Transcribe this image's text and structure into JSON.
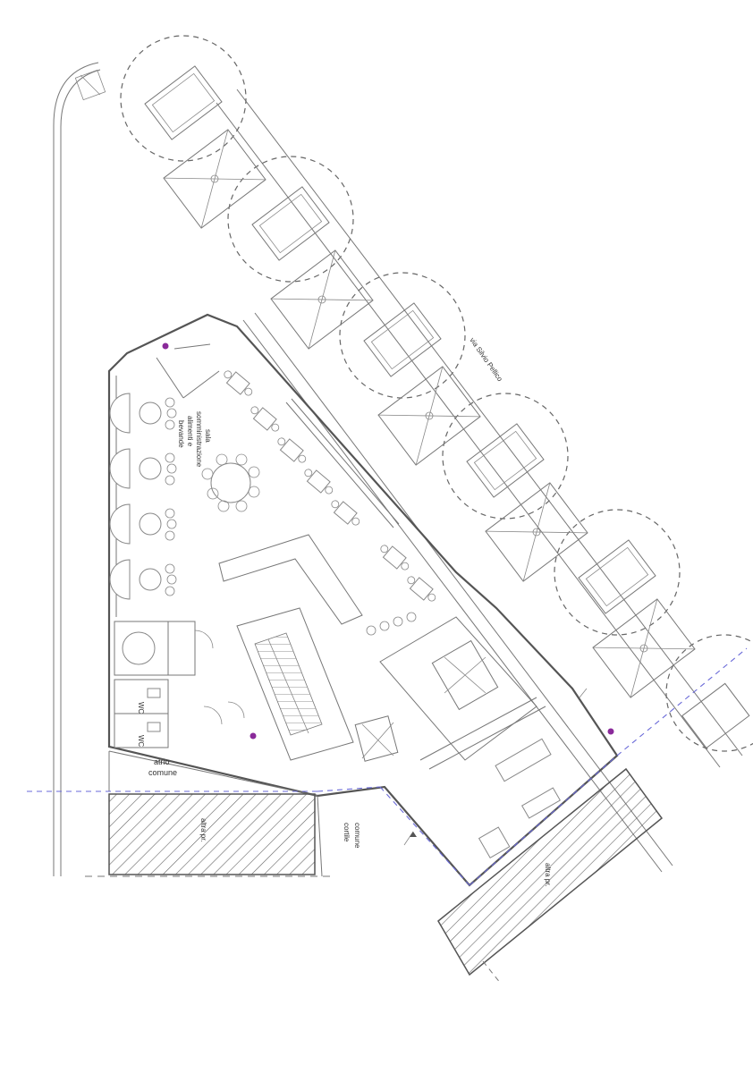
{
  "labels": {
    "street": "via Silvio Pellico",
    "hall": "sala",
    "hall_desc_1": "somministrazione",
    "hall_desc_2": "alimenti e",
    "hall_desc_3": "bevande",
    "atrio_1": "atrio",
    "atrio_2": "comune",
    "altra_proprieta_left": "altra pr.",
    "cortile_1": "cortile",
    "cortile_2": "comune",
    "altra_proprieta_right": "altra pr.",
    "wc_1": "WC",
    "wc_2": "WC"
  },
  "colors": {
    "line": "#555555",
    "boundary": "#6a6ad8",
    "marker": "#8a2a9a"
  }
}
